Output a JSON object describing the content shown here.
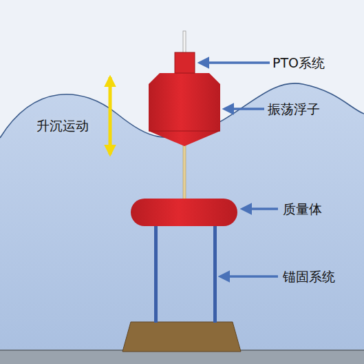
{
  "diagram": {
    "labels": [
      "PTO系统",
      "升沉运动",
      "振荡浮子",
      "质量体",
      "锚固系统"
    ]
  }
}
